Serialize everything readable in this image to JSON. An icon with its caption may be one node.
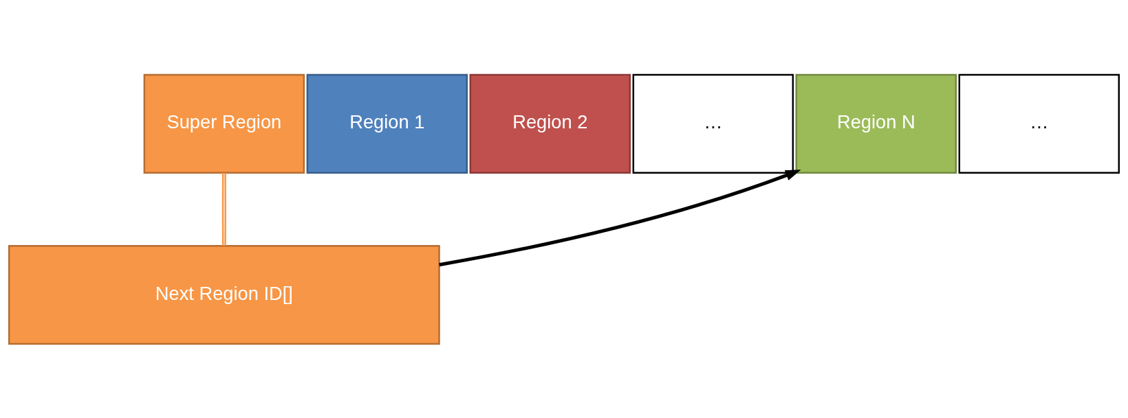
{
  "diagram": {
    "nodes": [
      {
        "text": [
          "Super Region"
        ]
      },
      {
        "text": [
          "Region 1"
        ]
      },
      {
        "text": [
          "Region 2"
        ]
      },
      {
        "text": [
          "…"
        ]
      },
      {
        "text": [
          "Region N"
        ]
      },
      {
        "text": [
          "…"
        ]
      },
      {
        "text": [
          "Next Region ID[]"
        ]
      }
    ],
    "edges": [
      {
        "from": 0,
        "to": 6,
        "arrow": "none",
        "color": "#f79646"
      },
      {
        "from": 0,
        "to": 6,
        "arrow": "none",
        "color": "#f79646"
      },
      {
        "from": 6,
        "to": 4,
        "arrow": "to",
        "style": "thick",
        "color": "#000000"
      }
    ]
  }
}
